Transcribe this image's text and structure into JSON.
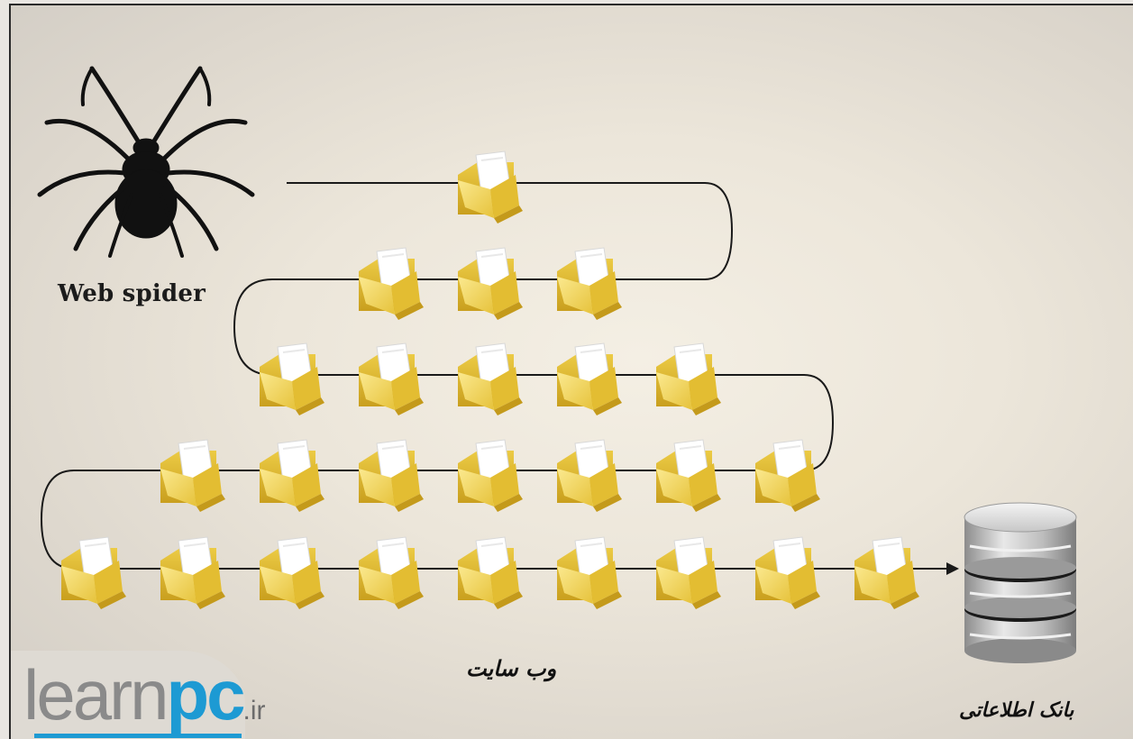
{
  "labels": {
    "spider": "Web spider",
    "website": "وب سایت",
    "database": "بانک اطلاعاتی"
  },
  "logo": {
    "learn": "learn",
    "pc": "pc",
    "tld": ".ir"
  },
  "diagram": {
    "folder_rows": [
      1,
      3,
      5,
      7,
      9
    ],
    "icons": [
      "spider-icon",
      "folder-icon",
      "database-icon",
      "arrow-head-icon"
    ],
    "colors": {
      "folder_body": "#e9c53c",
      "folder_front": "#f8e07a",
      "folder_dark": "#c9a020",
      "paper": "#ffffff",
      "path_line": "#1a1a1a",
      "logo_blue": "#1d9ad3",
      "logo_gray": "#8a8a8a"
    }
  }
}
